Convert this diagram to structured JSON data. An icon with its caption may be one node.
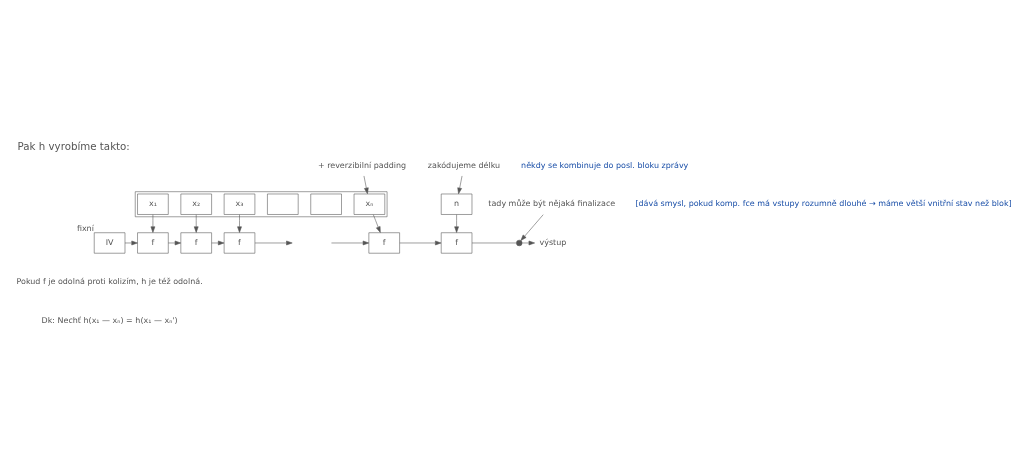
{
  "diagram": {
    "title": "Pak h vyrobíme takto:",
    "nodes": [
      {
        "text": [],
        "shape": "bar"
      },
      {
        "text": [
          "x₁"
        ],
        "in": 0
      },
      {
        "text": [
          "x₂"
        ],
        "in": 0
      },
      {
        "text": [
          "x₃"
        ],
        "in": 0
      },
      {
        "text": [],
        "shape": "box",
        "in": 0
      },
      {
        "text": [],
        "shape": "box",
        "in": 0
      },
      {
        "text": [
          "xₙ"
        ],
        "in": 0
      },
      {
        "text": [
          "n"
        ]
      },
      {
        "text": [
          "IV"
        ],
        "beside": [
          "fixní"
        ]
      },
      {
        "text": [
          "f"
        ]
      },
      {
        "text": [
          "f"
        ]
      },
      {
        "text": [
          "f"
        ]
      },
      {
        "text": [
          "f"
        ]
      },
      {
        "text": [
          "f"
        ]
      },
      {
        "text": [],
        "shape": "circle"
      },
      {
        "text": [
          "výstup"
        ]
      },
      {
        "text": [
          "+ reverzibilní padding"
        ]
      },
      {
        "text": [
          "zakódujeme délku"
        ]
      },
      {
        "text": [
          "tady může být nějaká finalizace"
        ]
      }
    ],
    "edges": [
      {
        "from": 16,
        "to": 6,
        "arrow": "to"
      },
      {
        "from": 17,
        "to": 7,
        "arrow": "to"
      },
      {
        "from": 1,
        "to": 9,
        "arrow": "to"
      },
      {
        "from": 2,
        "to": 10,
        "arrow": "to"
      },
      {
        "from": 3,
        "to": 11,
        "arrow": "to"
      },
      {
        "from": 6,
        "to": 12,
        "arrow": "to"
      },
      {
        "from": 7,
        "to": 13,
        "arrow": "to"
      },
      {
        "from": 8,
        "to": 9,
        "arrow": "to"
      },
      {
        "from": 9,
        "to": 10,
        "arrow": "to"
      },
      {
        "from": 10,
        "to": 11,
        "arrow": "to"
      },
      {
        "from": 11,
        "to": null,
        "arrow": "to"
      },
      {
        "from": null,
        "to": 12,
        "arrow": "to"
      },
      {
        "from": 12,
        "to": 13,
        "arrow": "to"
      },
      {
        "from": 13,
        "to": 14,
        "arrow": "none"
      },
      {
        "from": 14,
        "to": 15,
        "arrow": "to"
      },
      {
        "from": 18,
        "to": 14,
        "arrow": "to"
      }
    ],
    "labels": [
      "někdy se kombinuje do posl. bloku zprávy",
      "[dává smysl, pokud komp. fce má vstupy rozumně dlouhé → máme větší vnitřní stav než blok]",
      "Pokud f je odolná proti kolizím, h je též odolná.",
      "Dk: Nechť h(x₁ — xₙ) = h(x₁ — xₙ')"
    ]
  }
}
